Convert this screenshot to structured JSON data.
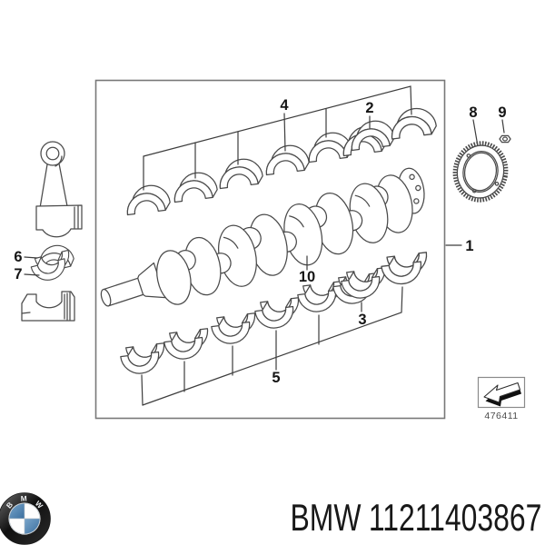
{
  "colors": {
    "line": "#4a4a4a",
    "frame_gray": "#787878",
    "logo_blue": "#4a7ba8",
    "logo_ring_black": "#111111",
    "text_black": "#181818"
  },
  "diagram": {
    "callouts": [
      "1",
      "2",
      "3",
      "4",
      "5",
      "6",
      "7",
      "8",
      "9",
      "10"
    ],
    "thumbnail_code": "476411"
  },
  "footer": {
    "brand": "BMW",
    "part_number": "11211403867",
    "logo_letters": [
      "B",
      "M",
      "W"
    ]
  }
}
